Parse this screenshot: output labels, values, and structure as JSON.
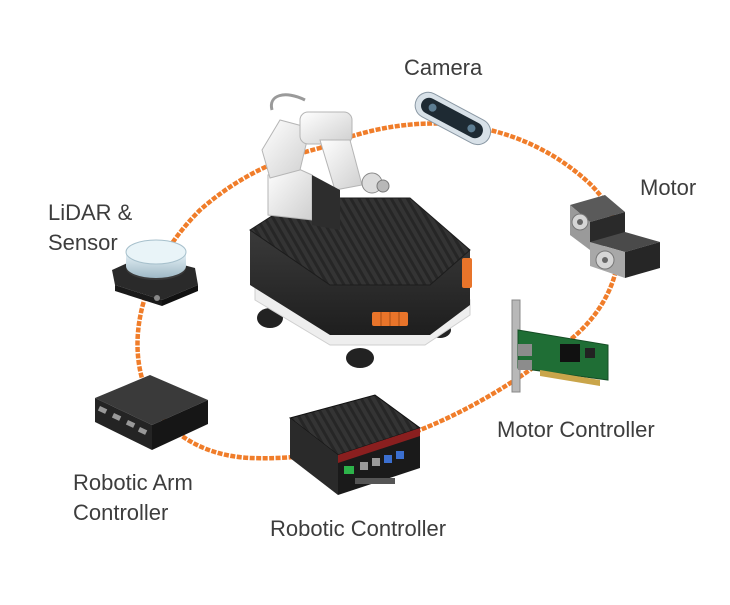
{
  "labels": {
    "camera": "Camera",
    "motor": "Motor",
    "lidar_line1": "LiDAR &",
    "lidar_line2": "Sensor",
    "motor_controller": "Motor Controller",
    "robotic_arm_line1": "Robotic Arm",
    "robotic_arm_line2": "Controller",
    "robotic_controller": "Robotic Controller"
  },
  "colors": {
    "cable": "#f07d2a",
    "text": "#3d3d3d",
    "accent": "#e8742a",
    "pcb": "#1f6e35"
  },
  "icons": {
    "center": "mobile-robot-with-arm-icon",
    "camera": "depth-camera-icon",
    "motor": "servo-motor-icon",
    "lidar": "lidar-sensor-icon",
    "motor_controller": "motion-control-card-icon",
    "robotic_arm_controller": "arm-controller-box-icon",
    "robotic_controller": "embedded-computer-icon"
  }
}
